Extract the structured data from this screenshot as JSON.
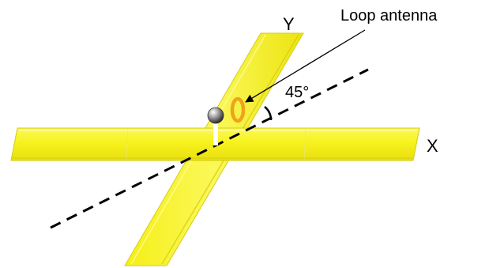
{
  "labels": {
    "y_axis": "Y",
    "x_axis": "X",
    "antenna": "Loop antenna",
    "angle": "45°"
  },
  "colors": {
    "beam_fill": "#f7f21d",
    "beam_edge": "#d6cc12",
    "loop": "#f0a21c",
    "dashed_line": "#000000",
    "arrow": "#000000",
    "ball": "#5a5a5a"
  },
  "icons": {
    "ball": "sphere-marker",
    "loop": "loop-antenna-ring",
    "arrow": "arrow-pointer"
  }
}
